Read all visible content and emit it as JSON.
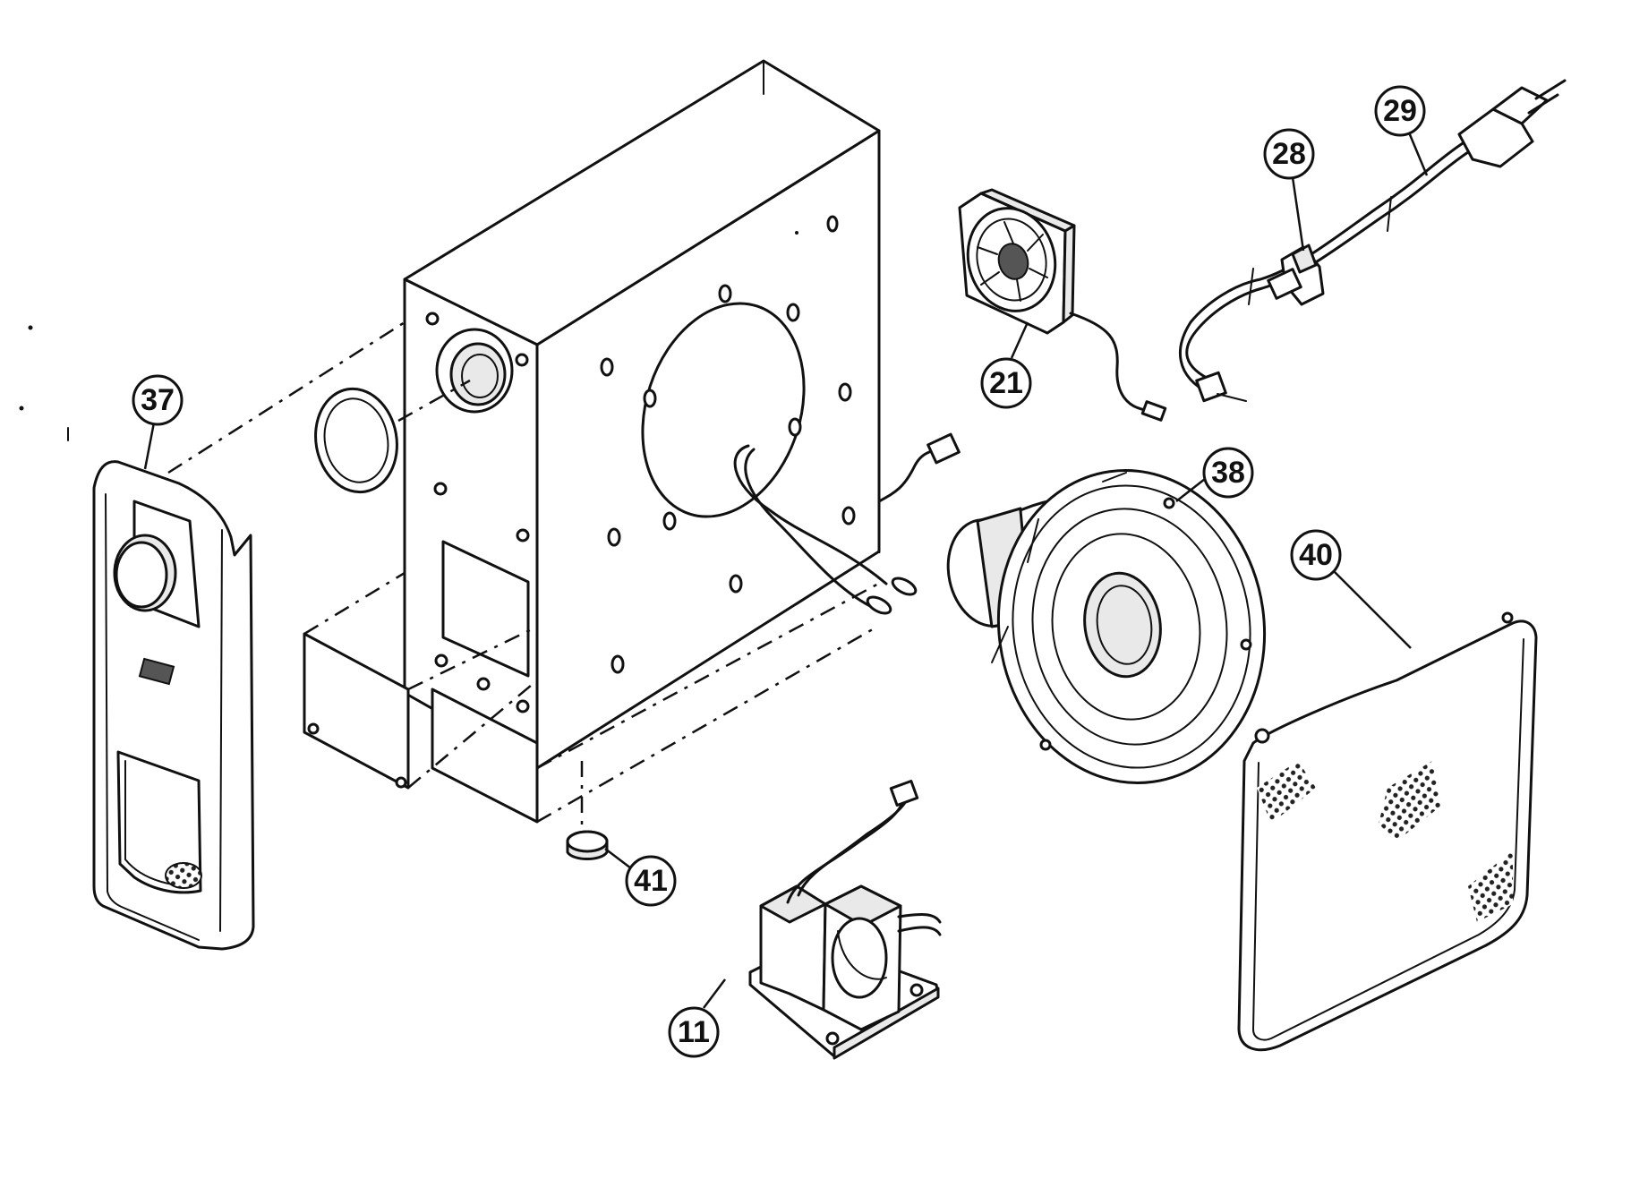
{
  "callouts": {
    "c37": "37",
    "c29": "29",
    "c28": "28",
    "c21": "21",
    "c38": "38",
    "c40": "40",
    "c41": "41",
    "c11": "11"
  }
}
